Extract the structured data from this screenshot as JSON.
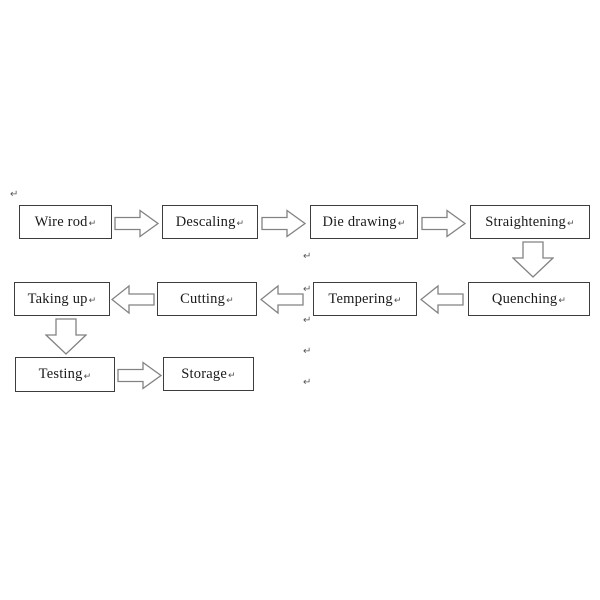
{
  "page": {
    "background": "#ffffff",
    "description": "Steel wire production process flowchart"
  },
  "flowchart": {
    "nodes": [
      {
        "label": "Wire rod"
      },
      {
        "label": "Descaling"
      },
      {
        "label": "Die drawing"
      },
      {
        "label": "Straightening"
      },
      {
        "label": "Quenching"
      },
      {
        "label": "Tempering"
      },
      {
        "label": "Cutting"
      },
      {
        "label": "Taking up"
      },
      {
        "label": "Testing"
      },
      {
        "label": "Storage"
      }
    ],
    "connections": [
      [
        "Wire rod",
        "Descaling"
      ],
      [
        "Descaling",
        "Die drawing"
      ],
      [
        "Die drawing",
        "Straightening"
      ],
      [
        "Straightening",
        "Quenching"
      ],
      [
        "Quenching",
        "Tempering"
      ],
      [
        "Tempering",
        "Cutting"
      ],
      [
        "Cutting",
        "Taking up"
      ],
      [
        "Taking up",
        "Testing"
      ],
      [
        "Testing",
        "Storage"
      ]
    ],
    "colors": {
      "box_border": "#3d3d3d",
      "box_fill": "#ffffff",
      "arrow_border": "#828282",
      "arrow_fill": "#ffffff",
      "text": "#1a1a1a",
      "formatting_mark": "#595959"
    }
  },
  "formatting_marks": {
    "glyph": "↵"
  }
}
